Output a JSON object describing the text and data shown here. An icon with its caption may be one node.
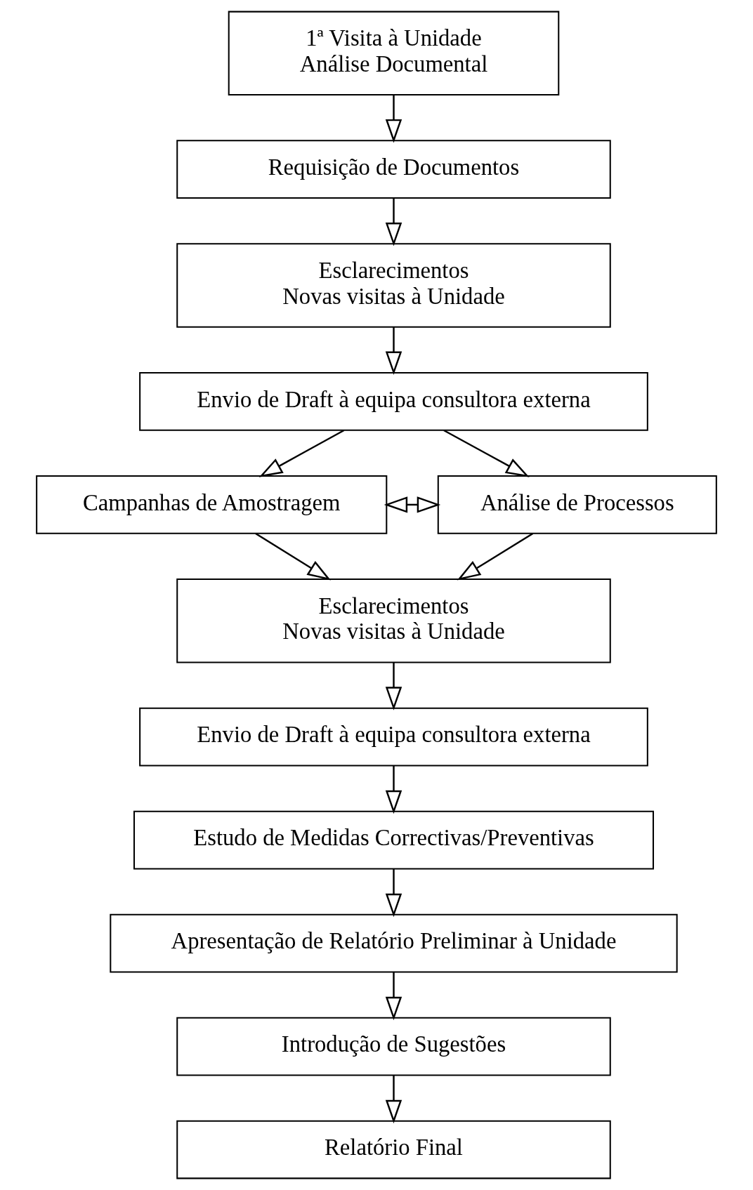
{
  "diagram": {
    "nodes": [
      {
        "text": [
          "1ª Visita à Unidade",
          "Análise Documental"
        ]
      },
      {
        "text": [
          "Requisição de Documentos"
        ]
      },
      {
        "text": [
          "Esclarecimentos",
          "Novas visitas à Unidade"
        ]
      },
      {
        "text": [
          "Envio de Draft à equipa consultora externa"
        ]
      },
      {
        "text": [
          "Campanhas de Amostragem"
        ]
      },
      {
        "text": [
          "Análise de Processos"
        ]
      },
      {
        "text": [
          "Esclarecimentos",
          "Novas visitas à Unidade"
        ]
      },
      {
        "text": [
          "Envio de Draft à equipa consultora externa"
        ]
      },
      {
        "text": [
          "Estudo de Medidas Correctivas/Preventivas"
        ]
      },
      {
        "text": [
          "Apresentação de Relatório Preliminar à Unidade"
        ]
      },
      {
        "text": [
          "Introdução de Sugestões"
        ]
      },
      {
        "text": [
          "Relatório Final"
        ]
      }
    ],
    "edges": [
      {
        "from": 0,
        "to": 1,
        "arrow": "to"
      },
      {
        "from": 1,
        "to": 2,
        "arrow": "to"
      },
      {
        "from": 2,
        "to": 3,
        "arrow": "to"
      },
      {
        "from": 3,
        "to": 4,
        "arrow": "to"
      },
      {
        "from": 3,
        "to": 5,
        "arrow": "to"
      },
      {
        "from": 4,
        "to": 5,
        "arrow": "both"
      },
      {
        "from": 4,
        "to": 6,
        "arrow": "to"
      },
      {
        "from": 5,
        "to": 6,
        "arrow": "to"
      },
      {
        "from": 6,
        "to": 7,
        "arrow": "to"
      },
      {
        "from": 7,
        "to": 8,
        "arrow": "to"
      },
      {
        "from": 8,
        "to": 9,
        "arrow": "to"
      },
      {
        "from": 9,
        "to": 10,
        "arrow": "to"
      },
      {
        "from": 10,
        "to": 11,
        "arrow": "to"
      }
    ]
  }
}
